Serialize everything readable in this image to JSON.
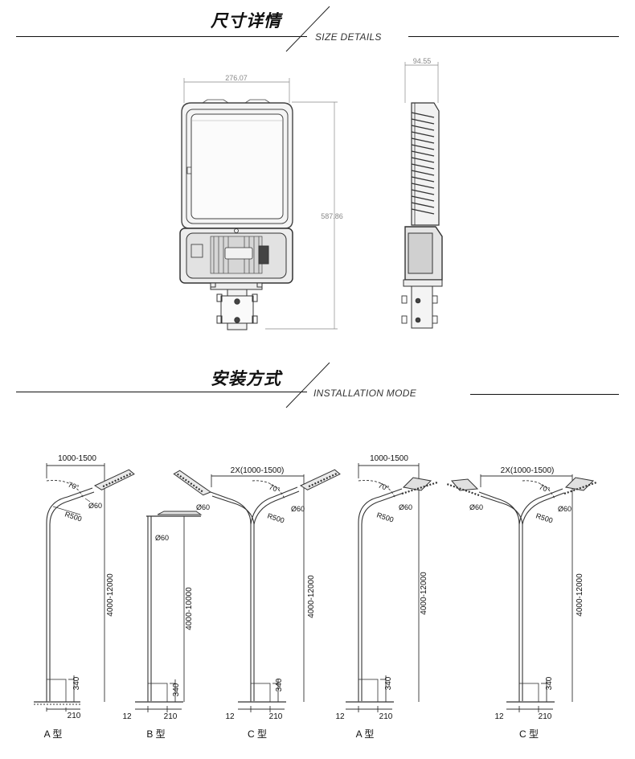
{
  "size_section": {
    "title": "尺寸详情",
    "subtitle": "SIZE DETAILS",
    "width_dim": "276.07",
    "height_dim": "587.86",
    "depth_dim": "94.55"
  },
  "install_section": {
    "title": "安装方式",
    "subtitle": "INSTALLATION MODE"
  },
  "poles": [
    {
      "type_label": "A 型",
      "arm_span": "1000-1500",
      "angle": "70°",
      "radius": "R500",
      "diameter": "Ø60",
      "height": "4000-12000",
      "base_height": "340",
      "base_width": "210",
      "offset": ""
    },
    {
      "type_label": "B 型",
      "arm_span": "",
      "angle": "",
      "radius": "",
      "diameter": "Ø60",
      "height": "4000-10000",
      "base_height": "340",
      "base_width": "210",
      "offset": "12"
    },
    {
      "type_label": "C 型",
      "arm_span": "2X(1000-1500)",
      "angle": "70°",
      "radius": "R500",
      "diameter": "Ø60",
      "diameter_left": "Ø60",
      "height": "4000-12000",
      "base_height": "340",
      "base_width": "210",
      "offset": "12"
    },
    {
      "type_label": "A 型",
      "arm_span": "1000-1500",
      "angle": "70°",
      "radius": "R500",
      "diameter": "Ø60",
      "height": "4000-12000",
      "base_height": "340",
      "base_width": "210",
      "offset": "12"
    },
    {
      "type_label": "C 型",
      "arm_span": "2X(1000-1500)",
      "angle": "70°",
      "radius": "R500",
      "diameter": "Ø60",
      "diameter_left": "Ø60",
      "height": "4000-12000",
      "base_height": "340",
      "base_width": "210",
      "offset": "12"
    }
  ]
}
